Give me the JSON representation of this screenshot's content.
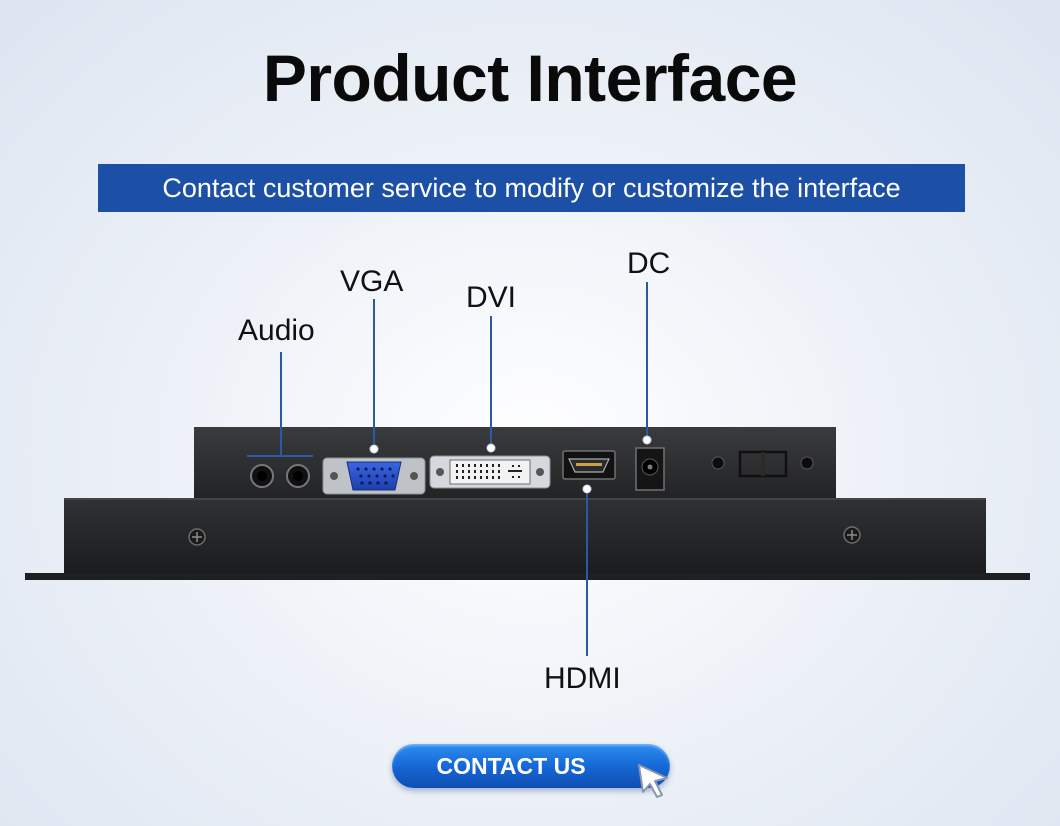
{
  "header": {
    "title": "Product Interface",
    "subtitle": "Contact customer service to modify or customize the interface"
  },
  "ports": {
    "audio": "Audio",
    "vga": "VGA",
    "dvi": "DVI",
    "dc": "DC",
    "hdmi": "HDMI"
  },
  "contact": {
    "label": "CONTACT US",
    "icon": "cursor-arrow-icon"
  },
  "colors": {
    "accent": "#1c4fa6",
    "button": "#1565d4",
    "vga_port": "#2350c8"
  }
}
